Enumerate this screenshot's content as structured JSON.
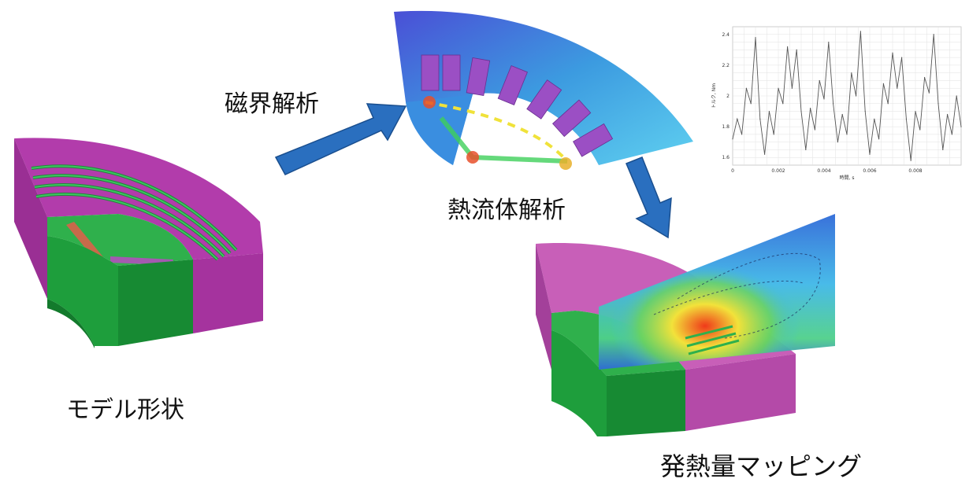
{
  "labels": {
    "model_shape": "モデル形状",
    "magnetic_analysis": "磁界解析",
    "thermal_fluid_analysis": "熱流体解析",
    "heat_mapping": "発熱量マッピング"
  },
  "colors": {
    "stator": "#b23cab",
    "rotor": "#1e9e3c",
    "arrow": "#2a6fbf"
  },
  "chart_data": {
    "type": "line",
    "xlabel": "時間, s",
    "ylabel": "トルク, Nm",
    "xlim": [
      0,
      0.01
    ],
    "ylim": [
      1.55,
      2.45
    ],
    "xticks": [
      "0",
      "0.002",
      "0.004",
      "0.006",
      "0.008"
    ],
    "yticks": [
      "1.6",
      "1.8",
      "2",
      "2.2",
      "2.4"
    ],
    "grid": true,
    "series": [
      {
        "x": [
          0,
          0.0002,
          0.0004,
          0.0006,
          0.0008,
          0.001,
          0.0012,
          0.0014,
          0.0016,
          0.0018,
          0.002,
          0.0022,
          0.0024,
          0.0026,
          0.0028,
          0.003,
          0.0032,
          0.0034,
          0.0036,
          0.0038,
          0.004,
          0.0042,
          0.0044,
          0.0046,
          0.0048,
          0.005,
          0.0052,
          0.0054,
          0.0056,
          0.0058,
          0.006,
          0.0062,
          0.0064,
          0.0066,
          0.0068,
          0.007,
          0.0072,
          0.0074,
          0.0076,
          0.0078,
          0.008,
          0.0082,
          0.0084,
          0.0086,
          0.0088,
          0.009,
          0.0092,
          0.0094,
          0.0096,
          0.0098,
          0.01
        ],
        "y": [
          1.72,
          1.85,
          1.75,
          2.05,
          1.95,
          2.38,
          1.85,
          1.62,
          1.9,
          1.75,
          2.05,
          1.95,
          2.32,
          2.05,
          2.3,
          1.9,
          1.65,
          1.92,
          1.78,
          2.1,
          1.98,
          2.35,
          1.95,
          1.7,
          1.88,
          1.75,
          2.15,
          2.0,
          2.42,
          1.9,
          1.62,
          1.85,
          1.72,
          2.08,
          1.95,
          2.28,
          2.05,
          2.25,
          1.85,
          1.58,
          1.9,
          1.78,
          2.12,
          2.02,
          2.4,
          1.95,
          1.65,
          1.88,
          1.75,
          2.0,
          1.8
        ]
      }
    ]
  }
}
